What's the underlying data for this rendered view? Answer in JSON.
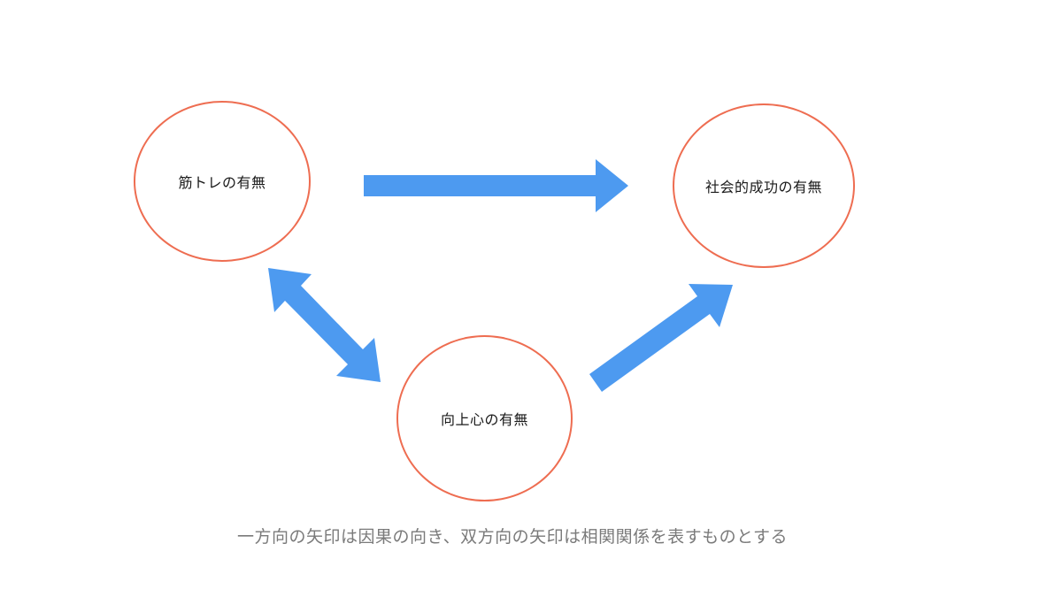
{
  "diagram": {
    "nodes": [
      {
        "id": "muscle-training",
        "label": "筋トレの有無"
      },
      {
        "id": "social-success",
        "label": "社会的成功の有無"
      },
      {
        "id": "ambition",
        "label": "向上心の有無"
      }
    ],
    "edges": [
      {
        "from": "筋トレの有無",
        "to": "社会的成功の有無",
        "direction": "one-way"
      },
      {
        "from": "筋トレの有無",
        "to": "向上心の有無",
        "direction": "two-way"
      },
      {
        "from": "向上心の有無",
        "to": "社会的成功の有無",
        "direction": "one-way"
      }
    ],
    "caption": "一方向の矢印は因果の向き、双方向の矢印は相関関係を表すものとする",
    "colors": {
      "node_border": "#ee6d51",
      "arrow": "#4d9af0",
      "node_text": "#1a1a1a",
      "caption_text": "#7a7a7a",
      "background": "#ffffff"
    }
  }
}
